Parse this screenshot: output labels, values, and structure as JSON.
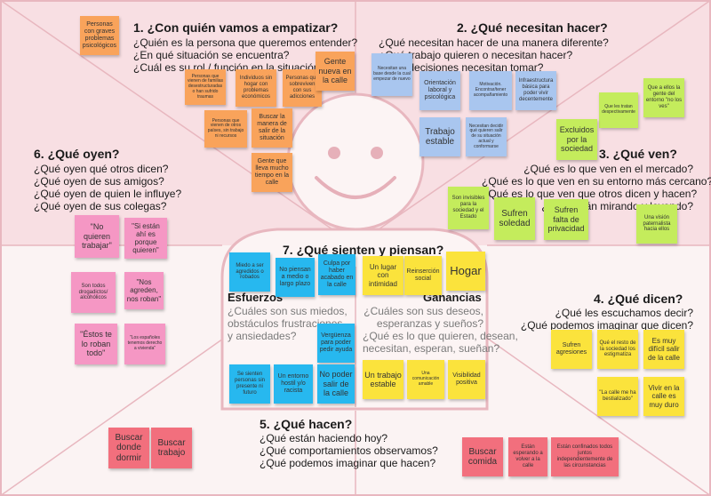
{
  "sections": {
    "s1": {
      "title": "1. ¿Con quién vamos a empatizar?",
      "questions": [
        "¿Quién es la persona que queremos entender?",
        "¿En qué situación se encuentra?",
        "¿Cuál es su rol / función en la situación?"
      ]
    },
    "s2": {
      "title": "2. ¿Qué necesitan hacer?",
      "questions": [
        "¿Qué necesitan hacer de una manera diferente?",
        "¿Qué trabajo quieren o necesitan hacer?",
        "¿Qué decisiones necesitan tomar?"
      ]
    },
    "s3": {
      "title": "3. ¿Qué ven?",
      "questions": [
        "¿Qué es lo que ven en el mercado?",
        "¿Qué es lo que ven en su entorno más cercano?",
        "¿Qué es lo que ven que otros dicen y hacen?",
        "¿Qué están mirando y leyendo?"
      ]
    },
    "s4": {
      "title": "4. ¿Qué dicen?",
      "questions": [
        "¿Qué les escuchamos decir?",
        "¿Qué podemos imaginar que dicen?"
      ]
    },
    "s5": {
      "title": "5. ¿Qué hacen?",
      "questions": [
        "¿Qué están haciendo hoy?",
        "¿Qué comportamientos observamos?",
        "¿Qué podemos imaginar que hacen?"
      ]
    },
    "s6": {
      "title": "6. ¿Qué oyen?",
      "questions": [
        "¿Qué oyen qué otros dicen?",
        "¿Qué oyen de sus amigos?",
        "¿Qué oyen de quien le influye?",
        "¿Qué oyen de sus colegas?"
      ]
    },
    "s7": {
      "title": "7. ¿Qué sienten y piensan?",
      "esfuerzos": {
        "title": "Esfuerzos",
        "questions": [
          "¿Cuáles son sus miedos,",
          "obstáculos frustraciones",
          "y ansiedades?"
        ]
      },
      "ganancias": {
        "title": "Ganancias",
        "questions": [
          "¿Cuáles son sus deseos,",
          "esperanzas y sueños?",
          "¿Qué es lo que quieren, desean,",
          "necesitan, esperan, sueñan?"
        ]
      }
    }
  },
  "notes": {
    "n01": "Personas con graves problemas psicológicos",
    "n02": "Personas que vienen de familias desestructuradas o han sufrido traumas",
    "n03": "Individuos sin hogar con problemas económicos",
    "n04": "Personas que sobreviven con sus adicciones",
    "n05": "Gente nueva en la calle",
    "n06": "Personas que vienen de otros países, sin trabajo ni recursos",
    "n07": "Buscar la manera de salir de la situación",
    "n08": "Gente que lleva mucho tiempo en la calle",
    "n09": "Necesitan una base desde la cual empezar de nuevo",
    "n10": "Orientación laboral y psicológica",
    "n11": "Trabajo estable",
    "n12": "Motivación. Encontrar/tener acompañamiento",
    "n13": "Infraestructura básica para poder vivir decentemente",
    "n14": "Necesitan decidir qué quieren salir de su situación actual y conformarse",
    "n15": "Que a ellos la gente del entorno \"no los ves\"",
    "n16": "Que les tratan despectivamente",
    "n17": "Excluidos por la sociedad",
    "n18": "Son invisibles para la sociedad y el Estado",
    "n19": "Sufren soledad",
    "n20": "Sufren falta de privacidad",
    "n21": "Una visión paternalista hacia ellos",
    "n22": "\"No quieren trabajar\"",
    "n23": "\"Si están ahí es porque quieren\"",
    "n24": "Son todos drogadictos/ alcohólicos",
    "n25": "\"Nos agreden, nos roban\"",
    "n26": "\"Éstos te lo roban todo\"",
    "n27": "\"Los españoles tenemos derecho a vivienda\"",
    "n28": "Miedo a ser agredidos o robados",
    "n29": "No piensan a medio o largo plazo",
    "n30": "Culpa por haber acabado en la calle",
    "n31": "Un lugar con intimidad",
    "n32": "Reinserción social",
    "n33": "Hogar",
    "n34": "Vergüenza para poder pedir ayuda",
    "n35": "Se sienten personas sin presente ni futuro",
    "n36": "Un entorno hostil y/o racista",
    "n37": "No poder salir de la calle",
    "n38": "Un trabajo estable",
    "n39": "Una comunicación amable",
    "n40": "Visibilidad positiva",
    "n41": "Sufren agresiones",
    "n42": "Qué el resto de la sociedad los estigmatiza",
    "n43": "Es muy difícil salir de la calle",
    "n44": "\"La calle me ha bestializado\"",
    "n45": "Vivir en la calle es muy duro",
    "n46": "Buscar donde dormir",
    "n47": "Buscar trabajo",
    "n48": "Buscar comida",
    "n49": "Están esperando a volver a la calle",
    "n50": "Están confinados todos juntos independientemente de las circunstancias"
  }
}
